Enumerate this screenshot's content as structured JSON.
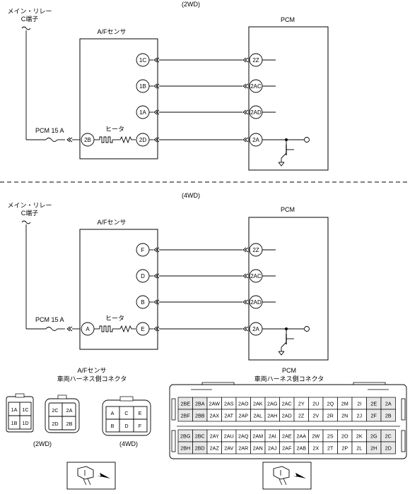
{
  "top": {
    "title": "(2WD)",
    "relay_label_line1": "メイン・リレー",
    "relay_label_line2": "C端子",
    "sensor_label": "A/Fセンサ",
    "pcm_label": "PCM",
    "fuse_label": "PCM 15 A",
    "heater_label": "ヒータ",
    "sensor_pins": [
      "1C",
      "1B",
      "1A",
      "2D"
    ],
    "sensor_input_pin": "2B",
    "pcm_pins": [
      "2Z",
      "2AC",
      "2AD",
      "2A"
    ]
  },
  "bottom": {
    "title": "(4WD)",
    "relay_label_line1": "メイン・リレー",
    "relay_label_line2": "C端子",
    "sensor_label": "A/Fセンサ",
    "pcm_label": "PCM",
    "fuse_label": "PCM 15 A",
    "heater_label": "ヒータ",
    "sensor_pins": [
      "F",
      "D",
      "B",
      "E"
    ],
    "sensor_input_pin": "A",
    "pcm_pins": [
      "2Z",
      "2AC",
      "2AD",
      "2A"
    ]
  },
  "connectors": {
    "af_title_line1": "A/Fセンサ",
    "af_title_line2": "車両ハーネス側コネクタ",
    "pcm_title_line1": "PCM",
    "pcm_title_line2": "車両ハーネス側コネクタ",
    "conn_2wd_a": [
      "1A",
      "1C",
      "1B",
      "1D"
    ],
    "conn_2wd_b": [
      "2C",
      "2A",
      "2D",
      "2B"
    ],
    "conn_4wd": [
      "A",
      "C",
      "E",
      "B",
      "D",
      "F"
    ],
    "label_2wd": "(2WD)",
    "label_4wd": "(4WD)",
    "pcm_rows": [
      [
        "2BE",
        "2BA",
        "2AW",
        "2AS",
        "2AO",
        "2AK",
        "2AG",
        "2AC",
        "2Y",
        "2U",
        "2Q",
        "2M",
        "2I",
        "2E",
        "2A"
      ],
      [
        "2BF",
        "2BB",
        "2AX",
        "2AT",
        "2AP",
        "2AL",
        "2AH",
        "2AD",
        "2Z",
        "2V",
        "2R",
        "2N",
        "2J",
        "2F",
        "2B"
      ],
      [
        "2BG",
        "2BC",
        "2AY",
        "2AU",
        "2AQ",
        "2AM",
        "2AI",
        "2AE",
        "2AA",
        "2W",
        "2S",
        "2O",
        "2K",
        "2G",
        "2C"
      ],
      [
        "2BH",
        "2BD",
        "2AZ",
        "2AV",
        "2AR",
        "2AN",
        "2AJ",
        "2AF",
        "2AB",
        "2X",
        "2T",
        "2P",
        "2L",
        "2H",
        "2D"
      ]
    ]
  }
}
